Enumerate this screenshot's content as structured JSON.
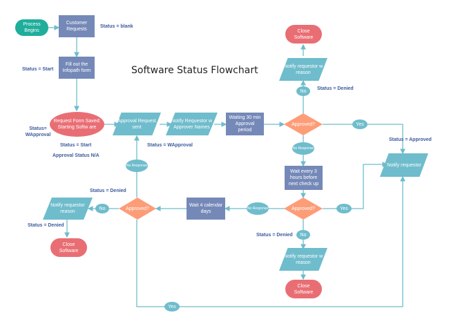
{
  "title": "Software Status Flowchart",
  "colors": {
    "connector": "#6fbccc",
    "process": "#7589b8",
    "start": "#1fae9b",
    "end": "#e96e74",
    "decision": "#fd9d78",
    "io": "#6fbccc",
    "status_text": "#3d5a9b"
  },
  "nodes": {
    "process_begins": "Process Begins",
    "customer_requests": "Customer Requests",
    "fill_form": "Fill out the Infopath form",
    "request_form_saved": "Request Form Saved: Starting Softw are",
    "approval_request_sent": "Approval Request sent",
    "notify_approver_names": "Notify Requestor w Approver Names",
    "waiting_30": "Waiting 30 min Approval period",
    "approved_1": "Approved?",
    "notify_reason_top": "Notify requestor w reason",
    "close_top": "Close Software",
    "no_response_1": "No Response",
    "wait_3_hours": "Wait every 3 hours before next check up",
    "notify_requestor": "Notify requestor",
    "approved_2": "Approved?",
    "no_response_2": "No Response",
    "wait_4_days": "Wait 4 calendar days",
    "approved_3": "Approved?",
    "notify_reason_left": "Notify requestor reason",
    "close_left": "Close Software",
    "notify_reason_bottom": "Notify requestor w reason",
    "close_bottom": "Close Software",
    "no_response_3": "No Response"
  },
  "edge_labels": {
    "yes_1": "Yes",
    "no_1": "No",
    "yes_2": "Yes",
    "no_2": "No",
    "no_3": "No",
    "yes_bottom": "Yes"
  },
  "status_labels": {
    "blank": "Status = blank",
    "start_1": "Status = Start",
    "wapproval_left": "Status= WApproval",
    "start_2": "Status = Start",
    "approval_na": "Approval Status N/A",
    "wapproval_mid": "Status = WApproval",
    "denied_top": "Status = Denied",
    "approved": "Status = Approved",
    "denied_left_top": "Status = Denied",
    "denied_left_bottom": "Status = Denied",
    "denied_bottom": "Status = Denied"
  }
}
